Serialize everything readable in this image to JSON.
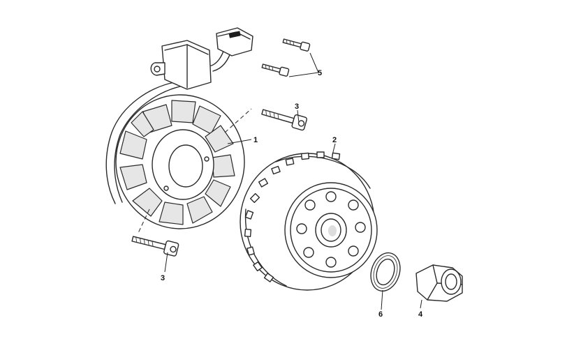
{
  "callouts": {
    "stator": "1",
    "flywheel": "2",
    "bolt_upper": "3",
    "bolt_lower": "3",
    "nut": "4",
    "screws": "5",
    "washer": "6"
  },
  "colors": {
    "line": "#2a2a2a",
    "background": "#ffffff",
    "shade": "#e6e6e6"
  }
}
